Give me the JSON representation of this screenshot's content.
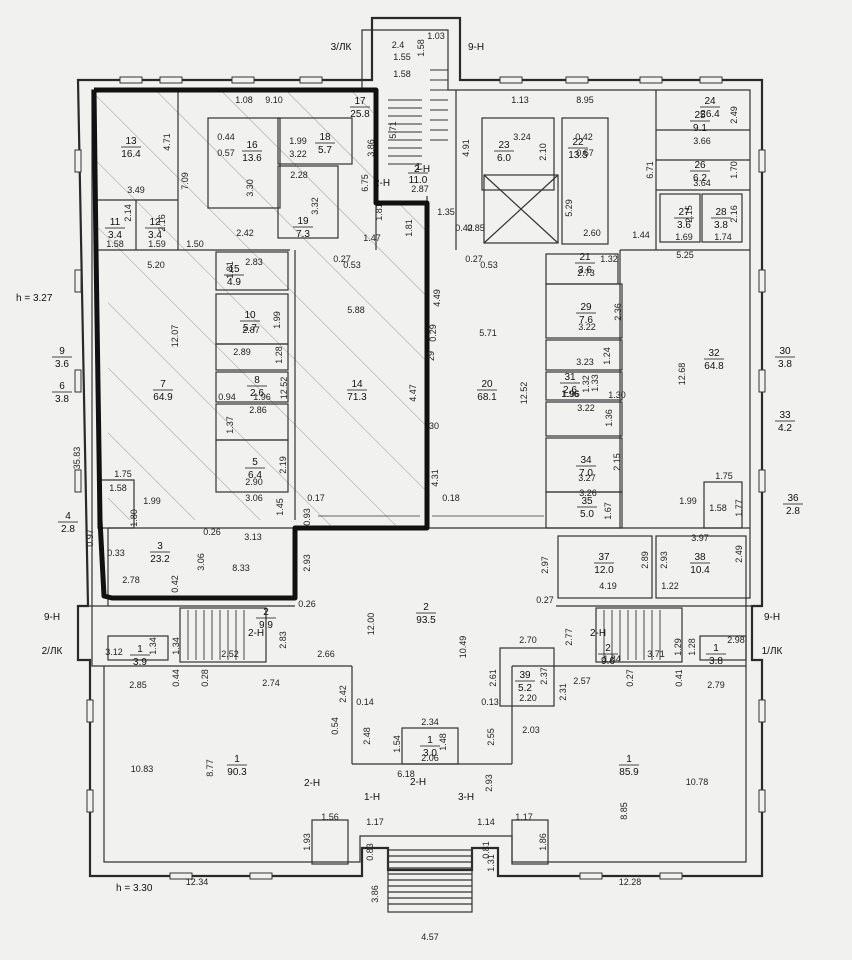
{
  "heights": {
    "top": "h = 3.27",
    "bottom": "h = 3.30"
  },
  "axes": [
    {
      "id": "a1",
      "text": "3/ЛК"
    },
    {
      "id": "a2",
      "text": "9-Н"
    },
    {
      "id": "a3",
      "text": "9-Н"
    },
    {
      "id": "a4",
      "text": "9-Н"
    },
    {
      "id": "a5",
      "text": "2/ЛК"
    },
    {
      "id": "a6",
      "text": "1/ЛК"
    },
    {
      "id": "a7",
      "text": "2-Н"
    },
    {
      "id": "a8",
      "text": "2-Н"
    },
    {
      "id": "a9",
      "text": "2-Н"
    },
    {
      "id": "a10",
      "text": "2-Н"
    },
    {
      "id": "a11",
      "text": "2-Н"
    },
    {
      "id": "a12",
      "text": "1-Н"
    },
    {
      "id": "a13",
      "text": "3-Н"
    },
    {
      "id": "a14",
      "text": "2-Н"
    }
  ],
  "rooms": [
    {
      "n": "13",
      "a": "16.4"
    },
    {
      "n": "11",
      "a": "3.4"
    },
    {
      "n": "12",
      "a": "3.4"
    },
    {
      "n": "16",
      "a": "13.6"
    },
    {
      "n": "18",
      "a": "5.7"
    },
    {
      "n": "19",
      "a": "7.3"
    },
    {
      "n": "17",
      "a": "25.8"
    },
    {
      "n": "1",
      "a": "11.0"
    },
    {
      "n": "23",
      "a": "6.0"
    },
    {
      "n": "22",
      "a": "13.5"
    },
    {
      "n": "24",
      "a": "26.4"
    },
    {
      "n": "25",
      "a": "9.1"
    },
    {
      "n": "26",
      "a": "6.2"
    },
    {
      "n": "27",
      "a": "3.6"
    },
    {
      "n": "28",
      "a": "3.8"
    },
    {
      "n": "15",
      "a": "4.9"
    },
    {
      "n": "10",
      "a": "5.7"
    },
    {
      "n": "9",
      "a": "3.6"
    },
    {
      "n": "6",
      "a": "3.8"
    },
    {
      "n": "7",
      "a": "64.9"
    },
    {
      "n": "8",
      "a": "2.6"
    },
    {
      "n": "14",
      "a": "71.3"
    },
    {
      "n": "5",
      "a": "6.4"
    },
    {
      "n": "4",
      "a": "2.8"
    },
    {
      "n": "3",
      "a": "23.2"
    },
    {
      "n": "21",
      "a": "3.6"
    },
    {
      "n": "29",
      "a": "7.6"
    },
    {
      "n": "30",
      "a": "3.8"
    },
    {
      "n": "32",
      "a": "64.8"
    },
    {
      "n": "20",
      "a": "68.1"
    },
    {
      "n": "31",
      "a": "2.6"
    },
    {
      "n": "33",
      "a": "4.2"
    },
    {
      "n": "34",
      "a": "7.0"
    },
    {
      "n": "35",
      "a": "5.0"
    },
    {
      "n": "36",
      "a": "2.8"
    },
    {
      "n": "37",
      "a": "12.0"
    },
    {
      "n": "38",
      "a": "10.4"
    },
    {
      "n": "2",
      "a": "93.5"
    },
    {
      "n": "2",
      "a": "9.9"
    },
    {
      "n": "1",
      "a": "3.9"
    },
    {
      "n": "2",
      "a": "9.6"
    },
    {
      "n": "1",
      "a": "3.8"
    },
    {
      "n": "39",
      "a": "5.2"
    },
    {
      "n": "1",
      "a": "3.0"
    },
    {
      "n": "1",
      "a": "90.3"
    },
    {
      "n": "1",
      "a": "85.9"
    }
  ],
  "dims": [
    {
      "id": "d1",
      "t": "2.4"
    },
    {
      "id": "d2",
      "t": "1.58"
    },
    {
      "id": "d3",
      "t": "1.03"
    },
    {
      "id": "d4",
      "t": "1.55"
    },
    {
      "id": "d5",
      "t": "1.58"
    },
    {
      "id": "d6",
      "t": "1.08"
    },
    {
      "id": "d7",
      "t": "9.10"
    },
    {
      "id": "d8",
      "t": "1.13"
    },
    {
      "id": "d9",
      "t": "8.95"
    },
    {
      "id": "d10",
      "t": "4.71"
    },
    {
      "id": "d11",
      "t": "7.09"
    },
    {
      "id": "d12",
      "t": "3.49"
    },
    {
      "id": "d13",
      "t": "0.44"
    },
    {
      "id": "d14",
      "t": "0.57"
    },
    {
      "id": "d15",
      "t": "1.99"
    },
    {
      "id": "d16",
      "t": "3.22"
    },
    {
      "id": "d17",
      "t": "2.28"
    },
    {
      "id": "d18",
      "t": "3.30"
    },
    {
      "id": "d19",
      "t": "3.32"
    },
    {
      "id": "d20",
      "t": "3.86"
    },
    {
      "id": "d21",
      "t": "6.75"
    },
    {
      "id": "d22",
      "t": "5.71"
    },
    {
      "id": "d23",
      "t": "4.91"
    },
    {
      "id": "d24",
      "t": "2.87"
    },
    {
      "id": "d25",
      "t": "3.24"
    },
    {
      "id": "d26",
      "t": "2.10"
    },
    {
      "id": "d27",
      "t": "0.42"
    },
    {
      "id": "d28",
      "t": "0.57"
    },
    {
      "id": "d29",
      "t": "2.49"
    },
    {
      "id": "d30",
      "t": "3.66"
    },
    {
      "id": "d31",
      "t": "6.71"
    },
    {
      "id": "d32",
      "t": "1.70"
    },
    {
      "id": "d33",
      "t": "3.64"
    },
    {
      "id": "d34",
      "t": "5.29"
    },
    {
      "id": "d35",
      "t": "2.15"
    },
    {
      "id": "d36",
      "t": "2.16"
    },
    {
      "id": "d37",
      "t": "2.14"
    },
    {
      "id": "d38",
      "t": "2.16"
    },
    {
      "id": "d39",
      "t": "1.58"
    },
    {
      "id": "d40",
      "t": "1.59"
    },
    {
      "id": "d41",
      "t": "1.50"
    },
    {
      "id": "d42",
      "t": "2.42"
    },
    {
      "id": "d43",
      "t": "1.47"
    },
    {
      "id": "d44",
      "t": "1.81"
    },
    {
      "id": "d45",
      "t": "1.81"
    },
    {
      "id": "d46",
      "t": "1.35"
    },
    {
      "id": "d47",
      "t": "0.42"
    },
    {
      "id": "d48",
      "t": "0.85"
    },
    {
      "id": "d49",
      "t": "2.60"
    },
    {
      "id": "d50",
      "t": "1.44"
    },
    {
      "id": "d51",
      "t": "1.69"
    },
    {
      "id": "d52",
      "t": "1.74"
    },
    {
      "id": "d53",
      "t": "5.25"
    },
    {
      "id": "d54",
      "t": "5.20"
    },
    {
      "id": "d55",
      "t": "1.81"
    },
    {
      "id": "d56",
      "t": "2.83"
    },
    {
      "id": "d57",
      "t": "0.27"
    },
    {
      "id": "d58",
      "t": "0.53"
    },
    {
      "id": "d59",
      "t": "0.27"
    },
    {
      "id": "d60",
      "t": "0.53"
    },
    {
      "id": "d61",
      "t": "1.32"
    },
    {
      "id": "d62",
      "t": "2.73"
    },
    {
      "id": "d63",
      "t": "5.88"
    },
    {
      "id": "d64",
      "t": "4.49"
    },
    {
      "id": "d65",
      "t": "12.07"
    },
    {
      "id": "d66",
      "t": "2.87"
    },
    {
      "id": "d67",
      "t": "1.99"
    },
    {
      "id": "d68",
      "t": "2.89"
    },
    {
      "id": "d69",
      "t": "1.28"
    },
    {
      "id": "d70",
      "t": "0.29"
    },
    {
      "id": "d71",
      "t": "29"
    },
    {
      "id": "d72",
      "t": "5.71"
    },
    {
      "id": "d73",
      "t": "3.22"
    },
    {
      "id": "d74",
      "t": "2.36"
    },
    {
      "id": "d75",
      "t": "3.23"
    },
    {
      "id": "d76",
      "t": "1.24"
    },
    {
      "id": "d77",
      "t": "12.68"
    },
    {
      "id": "d78",
      "t": "1.96"
    },
    {
      "id": "d79",
      "t": "1.32"
    },
    {
      "id": "d80",
      "t": "0.94"
    },
    {
      "id": "d81",
      "t": "1.96"
    },
    {
      "id": "d82",
      "t": "2.86"
    },
    {
      "id": "d83",
      "t": "1.37"
    },
    {
      "id": "d84",
      "t": "12.52"
    },
    {
      "id": "d85",
      "t": "4.47"
    },
    {
      "id": "d86",
      "t": "12.52"
    },
    {
      "id": "d87",
      "t": "1.96"
    },
    {
      "id": "d88",
      "t": "1.33"
    },
    {
      "id": "d89",
      "t": "1.30"
    },
    {
      "id": "d90",
      "t": "3.22"
    },
    {
      "id": "d91",
      "t": "1.36"
    },
    {
      "id": "d92",
      "t": "30"
    },
    {
      "id": "d93",
      "t": "35.83"
    },
    {
      "id": "d94",
      "t": "2.19"
    },
    {
      "id": "d95",
      "t": "2.90"
    },
    {
      "id": "d96",
      "t": "4.31"
    },
    {
      "id": "d97",
      "t": "2.15"
    },
    {
      "id": "d98",
      "t": "3.27"
    },
    {
      "id": "d99",
      "t": "1.75"
    },
    {
      "id": "d100",
      "t": "1.58"
    },
    {
      "id": "d101",
      "t": "1.99"
    },
    {
      "id": "d102",
      "t": "1.80"
    },
    {
      "id": "d103",
      "t": "3.06"
    },
    {
      "id": "d104",
      "t": "1.45"
    },
    {
      "id": "d105",
      "t": "0.17"
    },
    {
      "id": "d106",
      "t": "0.18"
    },
    {
      "id": "d107",
      "t": "3.26"
    },
    {
      "id": "d108",
      "t": "1.67"
    },
    {
      "id": "d109",
      "t": "1.75"
    },
    {
      "id": "d110",
      "t": "1.99"
    },
    {
      "id": "d111",
      "t": "1.58"
    },
    {
      "id": "d112",
      "t": "1.77"
    },
    {
      "id": "d113",
      "t": "0.97"
    },
    {
      "id": "d114",
      "t": "0.26"
    },
    {
      "id": "d115",
      "t": "3.13"
    },
    {
      "id": "d116",
      "t": "0.93"
    },
    {
      "id": "d117",
      "t": "0.33"
    },
    {
      "id": "d118",
      "t": "3.06"
    },
    {
      "id": "d119",
      "t": "8.33"
    },
    {
      "id": "d120",
      "t": "2.93"
    },
    {
      "id": "d121",
      "t": "2.97"
    },
    {
      "id": "d122",
      "t": "2.89"
    },
    {
      "id": "d123",
      "t": "2.93"
    },
    {
      "id": "d124",
      "t": "3.97"
    },
    {
      "id": "d125",
      "t": "2.49"
    },
    {
      "id": "d126",
      "t": "2.78"
    },
    {
      "id": "d127",
      "t": "0.42"
    },
    {
      "id": "d128",
      "t": "4.19"
    },
    {
      "id": "d129",
      "t": "1.22"
    },
    {
      "id": "d130",
      "t": "0.26"
    },
    {
      "id": "d131",
      "t": "0.27"
    },
    {
      "id": "d132",
      "t": "12.00"
    },
    {
      "id": "d133",
      "t": "2.83"
    },
    {
      "id": "d134",
      "t": "10.49"
    },
    {
      "id": "d135",
      "t": "2.77"
    },
    {
      "id": "d136",
      "t": "1.29"
    },
    {
      "id": "d137",
      "t": "1.28"
    },
    {
      "id": "d138",
      "t": "2.98"
    },
    {
      "id": "d139",
      "t": "3.12"
    },
    {
      "id": "d140",
      "t": "1.34"
    },
    {
      "id": "d141",
      "t": "1.34"
    },
    {
      "id": "d142",
      "t": "2.52"
    },
    {
      "id": "d143",
      "t": "2.66"
    },
    {
      "id": "d144",
      "t": "2.70"
    },
    {
      "id": "d145",
      "t": "1.84"
    },
    {
      "id": "d146",
      "t": "3.71"
    },
    {
      "id": "d147",
      "t": "2.85"
    },
    {
      "id": "d148",
      "t": "0.44"
    },
    {
      "id": "d149",
      "t": "0.28"
    },
    {
      "id": "d150",
      "t": "2.74"
    },
    {
      "id": "d151",
      "t": "2.61"
    },
    {
      "id": "d152",
      "t": "2.37"
    },
    {
      "id": "d153",
      "t": "2.57"
    },
    {
      "id": "d154",
      "t": "0.27"
    },
    {
      "id": "d155",
      "t": "0.41"
    },
    {
      "id": "d156",
      "t": "2.79"
    },
    {
      "id": "d157",
      "t": "2.42"
    },
    {
      "id": "d158",
      "t": "0.14"
    },
    {
      "id": "d159",
      "t": "0.13"
    },
    {
      "id": "d160",
      "t": "2.20"
    },
    {
      "id": "d161",
      "t": "2.31"
    },
    {
      "id": "d162",
      "t": "0.54"
    },
    {
      "id": "d163",
      "t": "2.34"
    },
    {
      "id": "d164",
      "t": "2.48"
    },
    {
      "id": "d165",
      "t": "1.54"
    },
    {
      "id": "d166",
      "t": "1.48"
    },
    {
      "id": "d167",
      "t": "2.55"
    },
    {
      "id": "d168",
      "t": "2.03"
    },
    {
      "id": "d169",
      "t": "2.06"
    },
    {
      "id": "d170",
      "t": "10.83"
    },
    {
      "id": "d171",
      "t": "8.77"
    },
    {
      "id": "d172",
      "t": "6.18"
    },
    {
      "id": "d173",
      "t": "2.93"
    },
    {
      "id": "d174",
      "t": "10.78"
    },
    {
      "id": "d175",
      "t": "8.85"
    },
    {
      "id": "d176",
      "t": "1.56"
    },
    {
      "id": "d177",
      "t": "1.17"
    },
    {
      "id": "d178",
      "t": "1.14"
    },
    {
      "id": "d179",
      "t": "1.17"
    },
    {
      "id": "d180",
      "t": "1.93"
    },
    {
      "id": "d181",
      "t": "0.83"
    },
    {
      "id": "d182",
      "t": "0.81"
    },
    {
      "id": "d183",
      "t": "1.31"
    },
    {
      "id": "d184",
      "t": "1.86"
    },
    {
      "id": "d185",
      "t": "12.34"
    },
    {
      "id": "d186",
      "t": "12.28"
    },
    {
      "id": "d187",
      "t": "3.86"
    },
    {
      "id": "d188",
      "t": "4.57"
    }
  ]
}
